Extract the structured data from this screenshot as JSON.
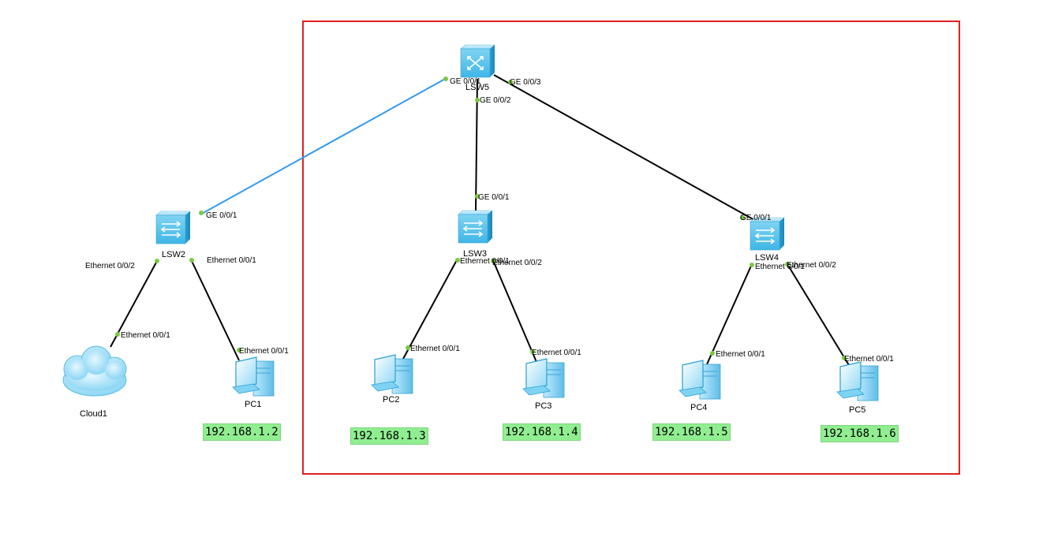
{
  "devices": {
    "lsw5": {
      "label": "LSW5"
    },
    "lsw2": {
      "label": "LSW2"
    },
    "lsw3": {
      "label": "LSW3"
    },
    "lsw4": {
      "label": "LSW4"
    },
    "cloud1": {
      "label": "Cloud1"
    },
    "pc1": {
      "label": "PC1",
      "ip": "192.168.1.2"
    },
    "pc2": {
      "label": "PC2",
      "ip": "192.168.1.3"
    },
    "pc3": {
      "label": "PC3",
      "ip": "192.168.1.4"
    },
    "pc4": {
      "label": "PC4",
      "ip": "192.168.1.5"
    },
    "pc5": {
      "label": "PC5",
      "ip": "192.168.1.6"
    }
  },
  "ports": {
    "lsw5_p1": "GE 0/0/1",
    "lsw5_p2": "GE 0/0/2",
    "lsw5_p3": "GE 0/0/3",
    "lsw2_up": "GE 0/0/1",
    "lsw2_e1": "Ethernet 0/0/1",
    "lsw2_e2": "Ethernet 0/0/2",
    "cloud1_e1": "Ethernet 0/0/1",
    "pc1_e1": "Ethernet 0/0/1",
    "lsw3_up": "GE 0/0/1",
    "lsw3_e1": "Ethernet 0/0/1",
    "lsw3_e2": "Ethernet 0/0/2",
    "pc2_e1": "Ethernet 0/0/1",
    "pc3_e1": "Ethernet 0/0/1",
    "lsw4_up": "GE 0/0/1",
    "lsw4_e1": "Ethernet 0/0/1",
    "lsw4_e2": "Ethernet 0/0/2",
    "pc4_e1": "Ethernet 0/0/1",
    "pc5_e1": "Ethernet 0/0/1"
  },
  "colors": {
    "highlight_box": "#e02020",
    "link_blocked": "#3399ee",
    "link_normal": "#000000",
    "port_dot": "#7ac943",
    "ip_bg": "#90ee90"
  }
}
